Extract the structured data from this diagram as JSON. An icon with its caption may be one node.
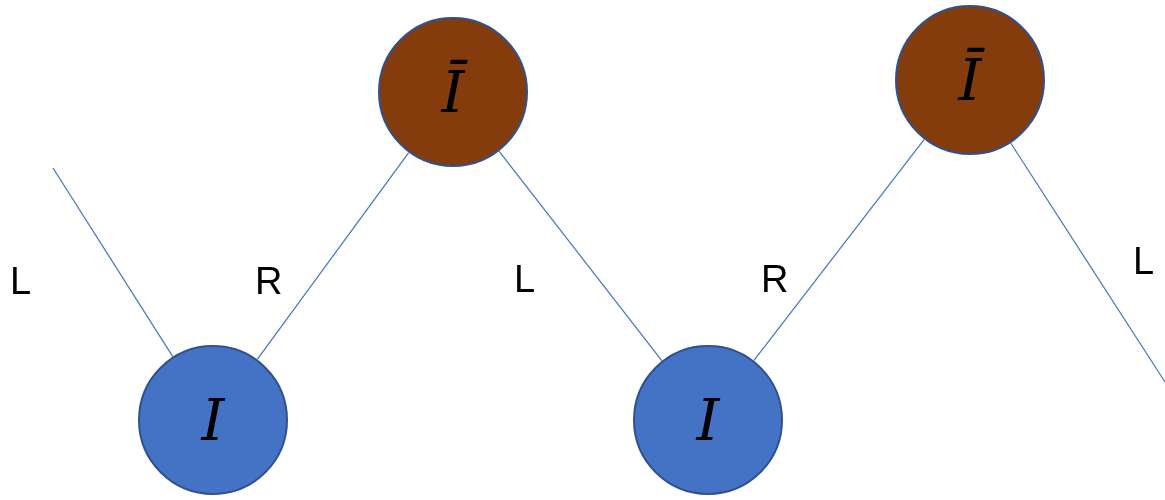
{
  "diagram": {
    "nodes": [
      {
        "text": [
          "I"
        ]
      },
      {
        "text": [
          "Ī"
        ]
      },
      {
        "text": [
          "I"
        ]
      },
      {
        "text": [
          "Ī"
        ]
      }
    ],
    "edges": [
      {
        "from": null,
        "to": 0,
        "arrow": "none",
        "label": "L"
      },
      {
        "from": 0,
        "to": 1,
        "arrow": "none",
        "label": "R"
      },
      {
        "from": 1,
        "to": 2,
        "arrow": "none",
        "label": "L"
      },
      {
        "from": 2,
        "to": 3,
        "arrow": "none",
        "label": "R"
      },
      {
        "from": 3,
        "to": null,
        "arrow": "none",
        "label": "L"
      }
    ]
  }
}
